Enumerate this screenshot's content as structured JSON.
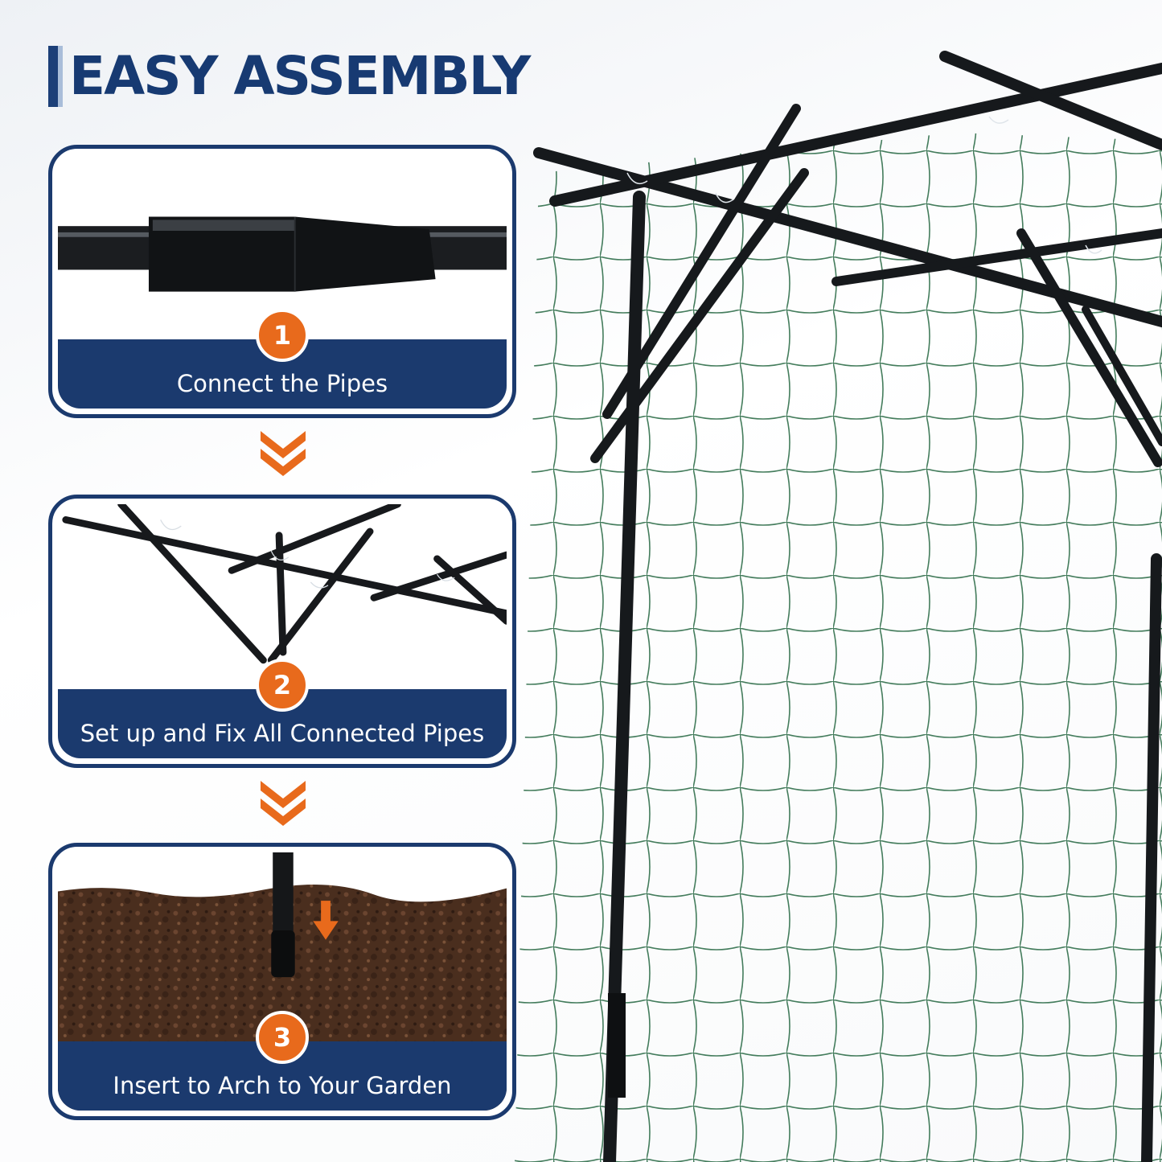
{
  "header": {
    "title": "EASY ASSEMBLY"
  },
  "steps": [
    {
      "number": "1",
      "caption": "Connect the Pipes"
    },
    {
      "number": "2",
      "caption": "Set up and Fix All Connected Pipes"
    },
    {
      "number": "3",
      "caption": "Insert to Arch to Your Garden"
    }
  ],
  "colors": {
    "navy": "#1b3a6e",
    "orange": "#e86a1c",
    "net_green": "#2f6e4a",
    "soil": "#4a2e1e"
  },
  "icons": [
    "chevron-down-icon",
    "down-arrow-icon"
  ]
}
